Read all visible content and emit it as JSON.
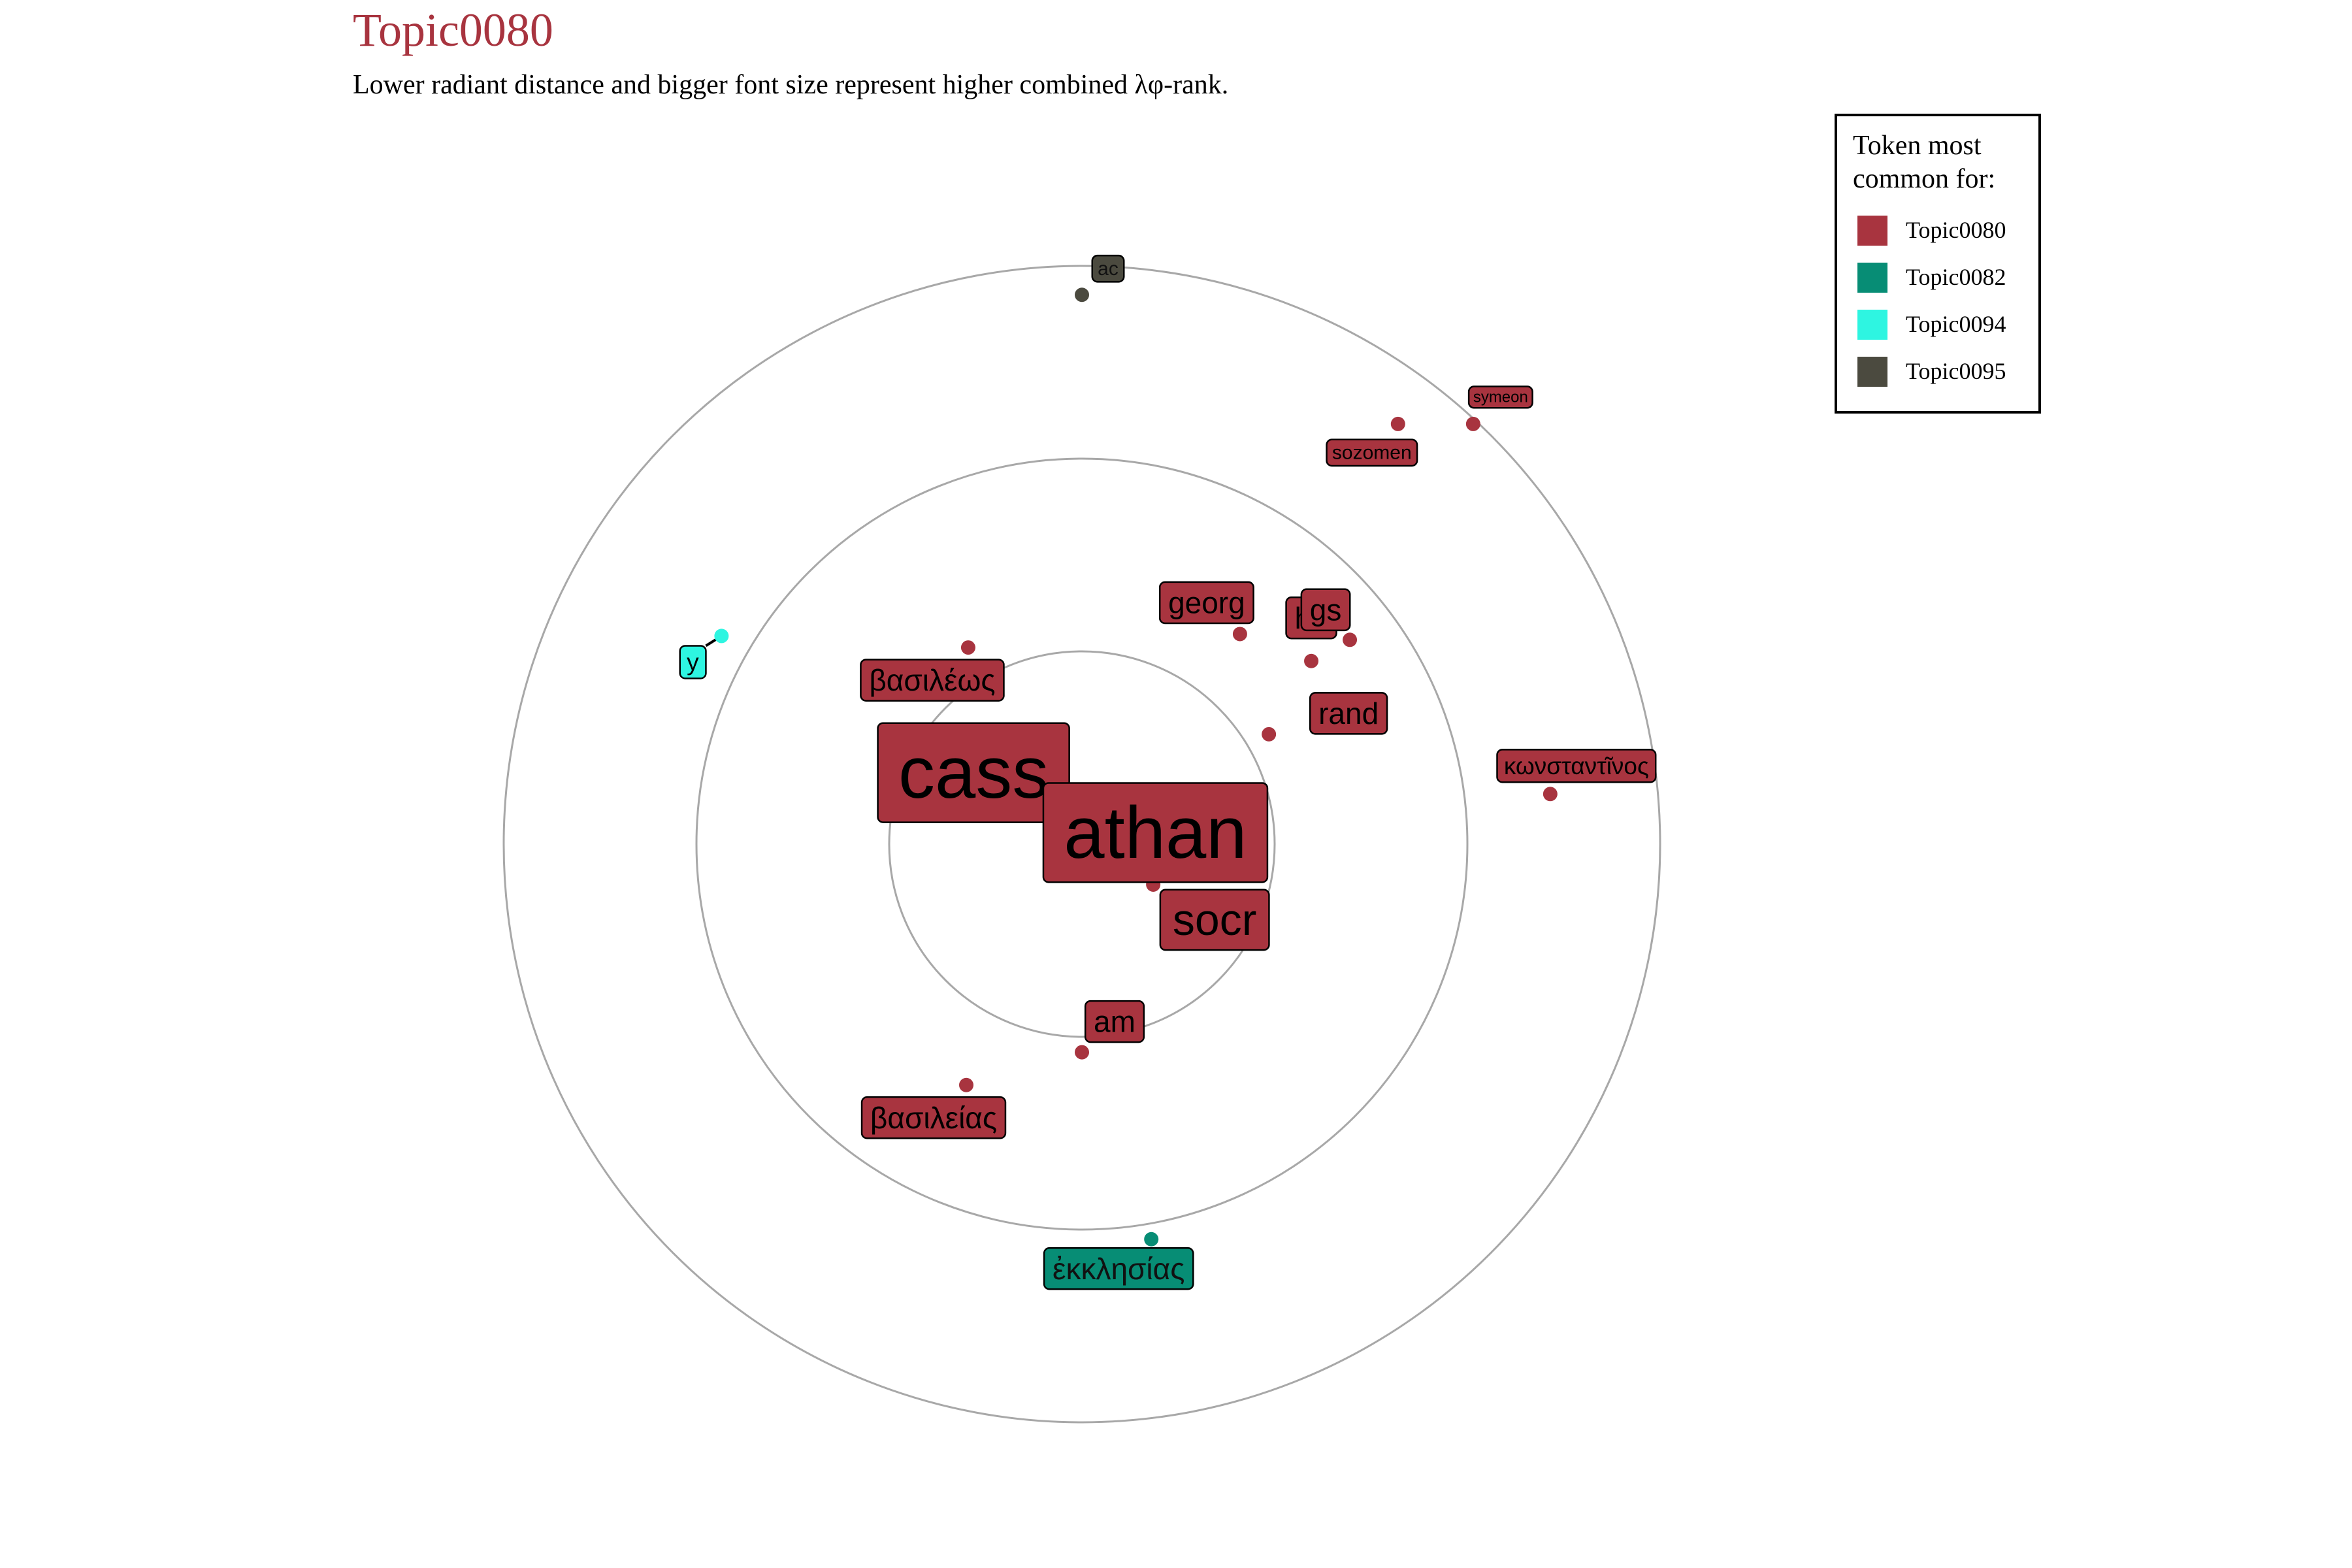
{
  "title": "Topic0080",
  "subtitle": "Lower radiant distance and bigger font size represent higher combined λφ-rank.",
  "colors": {
    "Topic0080": "#A8343F",
    "Topic0082": "#078D75",
    "Topic0094": "#2EF5E1",
    "Topic0095": "#4B4A3F",
    "title": "#A8343F",
    "rings": "#A8A8A8",
    "center_mark": "#BBBBBB"
  },
  "legend": {
    "title_line1": "Token most",
    "title_line2": "common for:",
    "placement": "top-right",
    "items": [
      "Topic0080",
      "Topic0082",
      "Topic0094",
      "Topic0095"
    ]
  },
  "chart_data": {
    "type": "scatter",
    "coordinate_system": "polar",
    "radial_rings": 3,
    "rmax": 3,
    "center_marker": true,
    "tokens": [
      {
        "label": "cass",
        "topic": "Topic0080",
        "size_rank": 1,
        "x": -0.02,
        "y": -0.07
      },
      {
        "label": "athan",
        "topic": "Topic0080",
        "size_rank": 1,
        "x": 0.11,
        "y": -0.12
      },
      {
        "label": "socr",
        "topic": "Topic0080",
        "size_rank": 2,
        "x": 0.37,
        "y": -0.21
      },
      {
        "label": "rand",
        "topic": "Topic0080",
        "size_rank": 3,
        "x": 0.97,
        "y": 0.57
      },
      {
        "label": "hn",
        "topic": "Topic0080",
        "size_rank": 3,
        "x": 1.19,
        "y": 0.95
      },
      {
        "label": "georg",
        "topic": "Topic0080",
        "size_rank": 3,
        "x": 0.82,
        "y": 1.09
      },
      {
        "label": "gs",
        "topic": "Topic0080",
        "size_rank": 3,
        "x": 1.39,
        "y": 1.06
      },
      {
        "label": "βασιλέως",
        "topic": "Topic0080",
        "size_rank": 3,
        "x": -0.59,
        "y": 1.02
      },
      {
        "label": "am",
        "topic": "Topic0080",
        "size_rank": 3,
        "x": 0.0,
        "y": -1.08
      },
      {
        "label": "βασιλείας",
        "topic": "Topic0080",
        "size_rank": 3,
        "x": -0.6,
        "y": -1.25
      },
      {
        "label": "κωνσταντῖνος",
        "topic": "Topic0080",
        "size_rank": 4,
        "x": 2.43,
        "y": 0.26
      },
      {
        "label": "sozomen",
        "topic": "Topic0080",
        "size_rank": 5,
        "x": 1.64,
        "y": 2.18
      },
      {
        "label": "symeon",
        "topic": "Topic0080",
        "size_rank": 6,
        "x": 2.03,
        "y": 2.18
      },
      {
        "label": "ac",
        "topic": "Topic0095",
        "size_rank": 5,
        "x": 0.0,
        "y": 2.85
      },
      {
        "label": "y",
        "topic": "Topic0094",
        "size_rank": 4,
        "x": -1.87,
        "y": 1.08
      },
      {
        "label": "ἐκκλησίας",
        "topic": "Topic0082",
        "size_rank": 3,
        "x": 0.36,
        "y": -2.05
      }
    ],
    "extra_points": [
      {
        "topic": "Topic0080",
        "x": 0.24,
        "y": -0.14
      },
      {
        "topic": "Topic0080",
        "x": 0.0,
        "y": 0.0
      }
    ]
  }
}
